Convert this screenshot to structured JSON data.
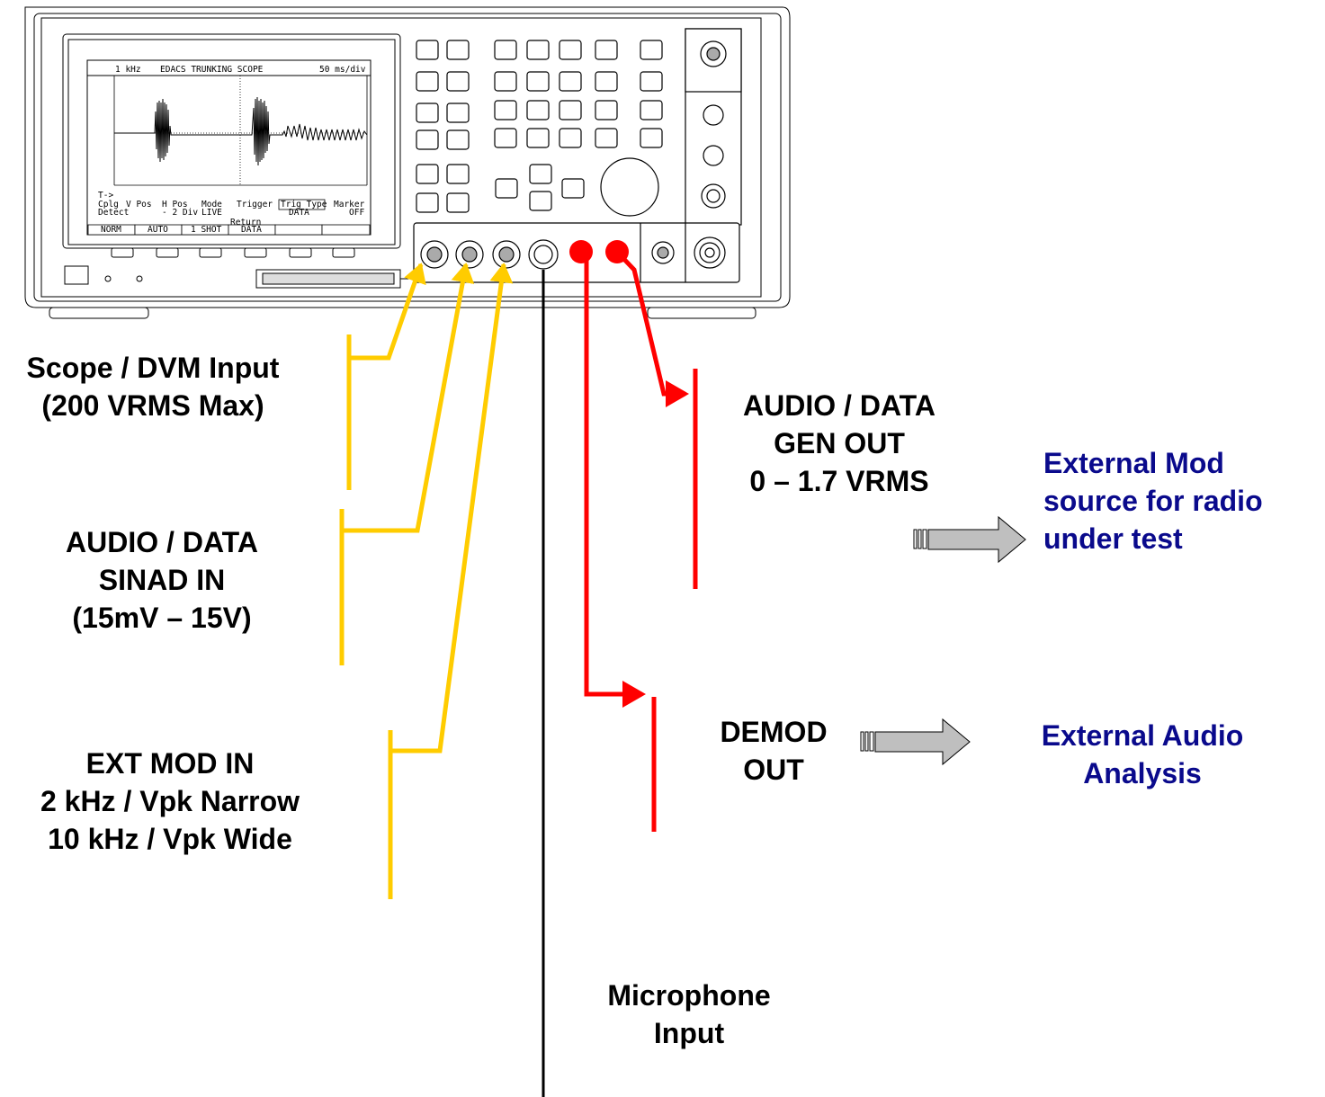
{
  "screen": {
    "header_left": "1 kHz",
    "header_title": "EDACS TRUNKING SCOPE",
    "header_right": "50 ms/div",
    "arrow": "T->",
    "menu_row1": [
      "Cplg",
      "V Pos",
      "H Pos",
      "Mode",
      "Trigger",
      "Trig Type",
      "Marker"
    ],
    "menu_row2": [
      "Detect",
      "- 2 Div",
      "LIVE",
      "DATA",
      "OFF"
    ],
    "return_label": "Return",
    "softkeys": [
      "NORM",
      "AUTO",
      "1 SHOT",
      "DATA",
      "",
      ""
    ]
  },
  "labels": {
    "scope": [
      "Scope / DVM Input",
      "(200 VRMS Max)"
    ],
    "audio_in": [
      "AUDIO / DATA",
      "SINAD IN",
      "(15mV – 15V)"
    ],
    "ext_mod_in": [
      "EXT MOD IN",
      "2 kHz / Vpk Narrow",
      "10 kHz / Vpk Wide"
    ],
    "gen_out": [
      "AUDIO / DATA",
      "GEN OUT",
      "0 – 1.7 VRMS"
    ],
    "demod_out": [
      "DEMOD",
      "OUT"
    ],
    "microphone": [
      "Microphone",
      "Input"
    ],
    "ext_mod_source": [
      "External Mod",
      "source for radio",
      "under test"
    ],
    "ext_audio": [
      "External Audio",
      "Analysis"
    ]
  },
  "colors": {
    "input_line": "#ffcc00",
    "output_line": "#ff0000",
    "mic_line": "#000000",
    "note_text": "#0a0a8c",
    "arrow_fill": "#bfbfbf"
  }
}
